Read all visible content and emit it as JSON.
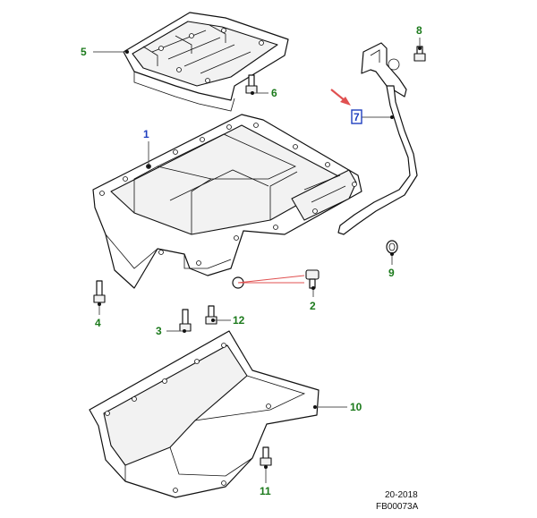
{
  "callouts": {
    "c1": "1",
    "c2": "2",
    "c3": "3",
    "c4": "4",
    "c5": "5",
    "c6": "6",
    "c7": "7",
    "c8": "8",
    "c9": "9",
    "c10": "10",
    "c11": "11",
    "c12": "12"
  },
  "footer": {
    "date": "20-2018",
    "code": "FB00073A"
  },
  "colors": {
    "callout_green": "#1c7a1c",
    "callout_blue": "#1f3fbf",
    "highlight_red": "#e05050"
  }
}
